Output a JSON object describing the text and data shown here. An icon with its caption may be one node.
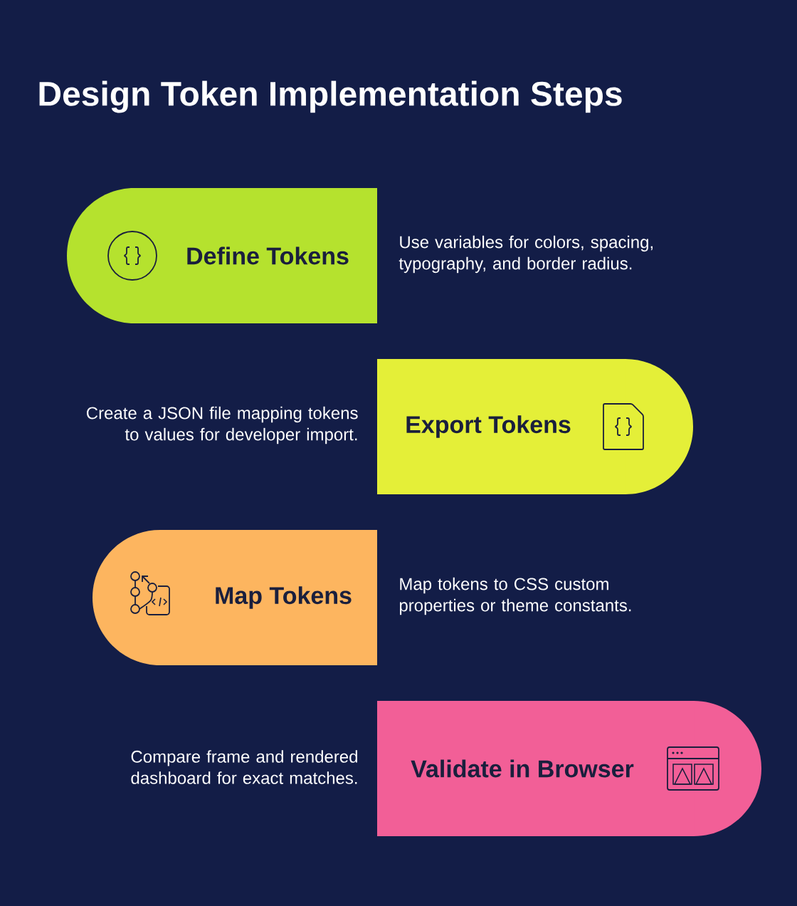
{
  "diagram": {
    "title": "Design Token Implementation Steps",
    "nodes": [
      {
        "text": [
          "Define Tokens"
        ],
        "beside": [
          "Use variables for colors, spacing, typography, and border radius."
        ]
      },
      {
        "text": [
          "Export Tokens"
        ],
        "beside": [
          "Create a JSON file mapping tokens to values for developer import."
        ]
      },
      {
        "text": [
          "Map Tokens"
        ],
        "beside": [
          "Map tokens to CSS custom properties or theme constants."
        ]
      },
      {
        "text": [
          "Validate in Browser"
        ],
        "beside": [
          "Compare frame and rendered dashboard for exact matches."
        ]
      }
    ]
  }
}
